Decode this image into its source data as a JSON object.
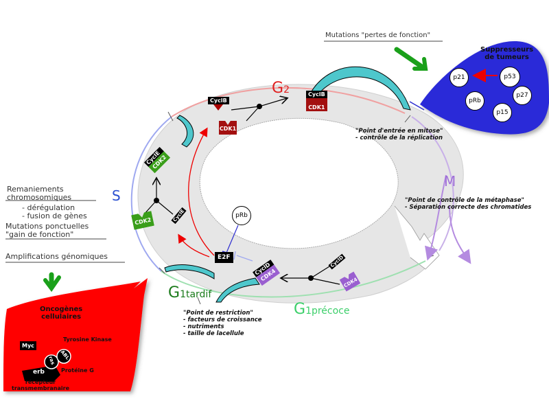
{
  "title": "Cycle cellulaire et oncogenèse",
  "phases": {
    "g2": {
      "label": "G",
      "sub": "2",
      "color": "#e02020"
    },
    "s": {
      "label": "S",
      "color": "#2a4fd0"
    },
    "m": {
      "label": "M",
      "color": "#a070d8"
    },
    "g1_late": {
      "label": "G",
      "sub": "1tardif",
      "color": "#1a7a1a"
    },
    "g1_early": {
      "label": "G",
      "sub": "1précoce",
      "color": "#3ccf6a"
    }
  },
  "checkpoints": {
    "mitosis_entry": {
      "title": "\"Point d'entrée en mitose\"",
      "items": [
        "- contrôle de la réplication"
      ]
    },
    "metaphase": {
      "title": "\"Point de contrôle de la métaphase\"",
      "items": [
        "- Séparation correcte des chromatides"
      ]
    },
    "restriction": {
      "title": "\"Point de restriction\"",
      "items": [
        "- facteurs de croissance",
        "- nutriments",
        "- taille de lacellule"
      ]
    }
  },
  "complexes": {
    "cyclin_b": "CyclB",
    "cdk1": "CDK1",
    "cyclin_e": "CyclE",
    "cdk2": "CDK2",
    "cyclin_d": "CyclD",
    "cdk4": "CDK4",
    "e2f": "E2F",
    "prb": "pRb"
  },
  "left_notes": {
    "rearrangements": "Remaniements chromosomiques",
    "rearr_items": [
      "- dérégulation",
      "- fusion de gènes"
    ],
    "point_mutations": [
      "Mutations ponctuelles",
      "\"gain de fonction\""
    ],
    "amplifications": "Amplifications génomiques"
  },
  "loss_of_function": "Mutations \"pertes de fonction\"",
  "suppressors": {
    "title": [
      "Suppresseurs",
      "de tumeurs"
    ],
    "proteins": [
      "p21",
      "p53",
      "p27",
      "pRb",
      "p15"
    ],
    "color": "#2a2ad8"
  },
  "oncogenes": {
    "title": [
      "Oncogènes",
      "cellulaires"
    ],
    "tyrosine_kinase": "Tyrosine Kinase",
    "myc": "Myc",
    "ras": "ras",
    "abl": "ABL",
    "erb": "erb",
    "protein_g": "Protéine G",
    "receptor": [
      "récepteur",
      "transmembranaire"
    ],
    "color": "#ff0000"
  }
}
